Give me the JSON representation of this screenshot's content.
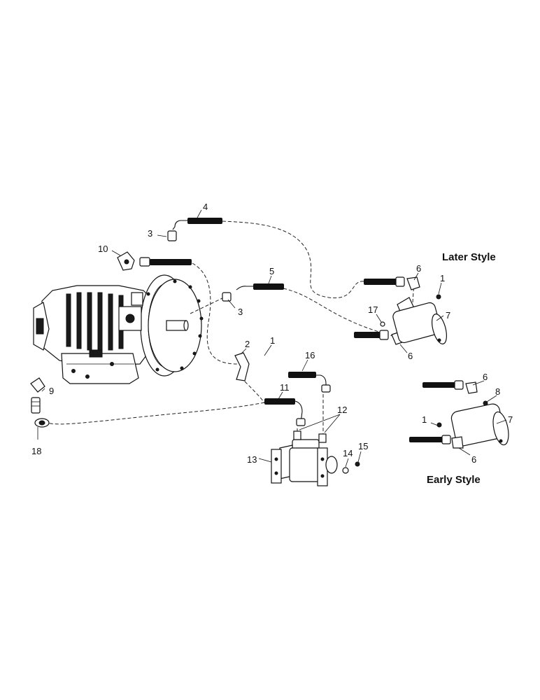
{
  "labels": {
    "later_style": "Later Style",
    "early_style": "Early Style"
  },
  "callouts": {
    "c1a": "1",
    "c1b": "1",
    "c1c": "1",
    "c2": "2",
    "c3a": "3",
    "c3b": "3",
    "c4": "4",
    "c5": "5",
    "c6a": "6",
    "c6b": "6",
    "c6c": "6",
    "c6d": "6",
    "c7a": "7",
    "c7b": "7",
    "c8": "8",
    "c9": "9",
    "c10": "10",
    "c11": "11",
    "c12": "12",
    "c13": "13",
    "c14": "14",
    "c15": "15",
    "c16": "16",
    "c17": "17",
    "c18": "18"
  }
}
